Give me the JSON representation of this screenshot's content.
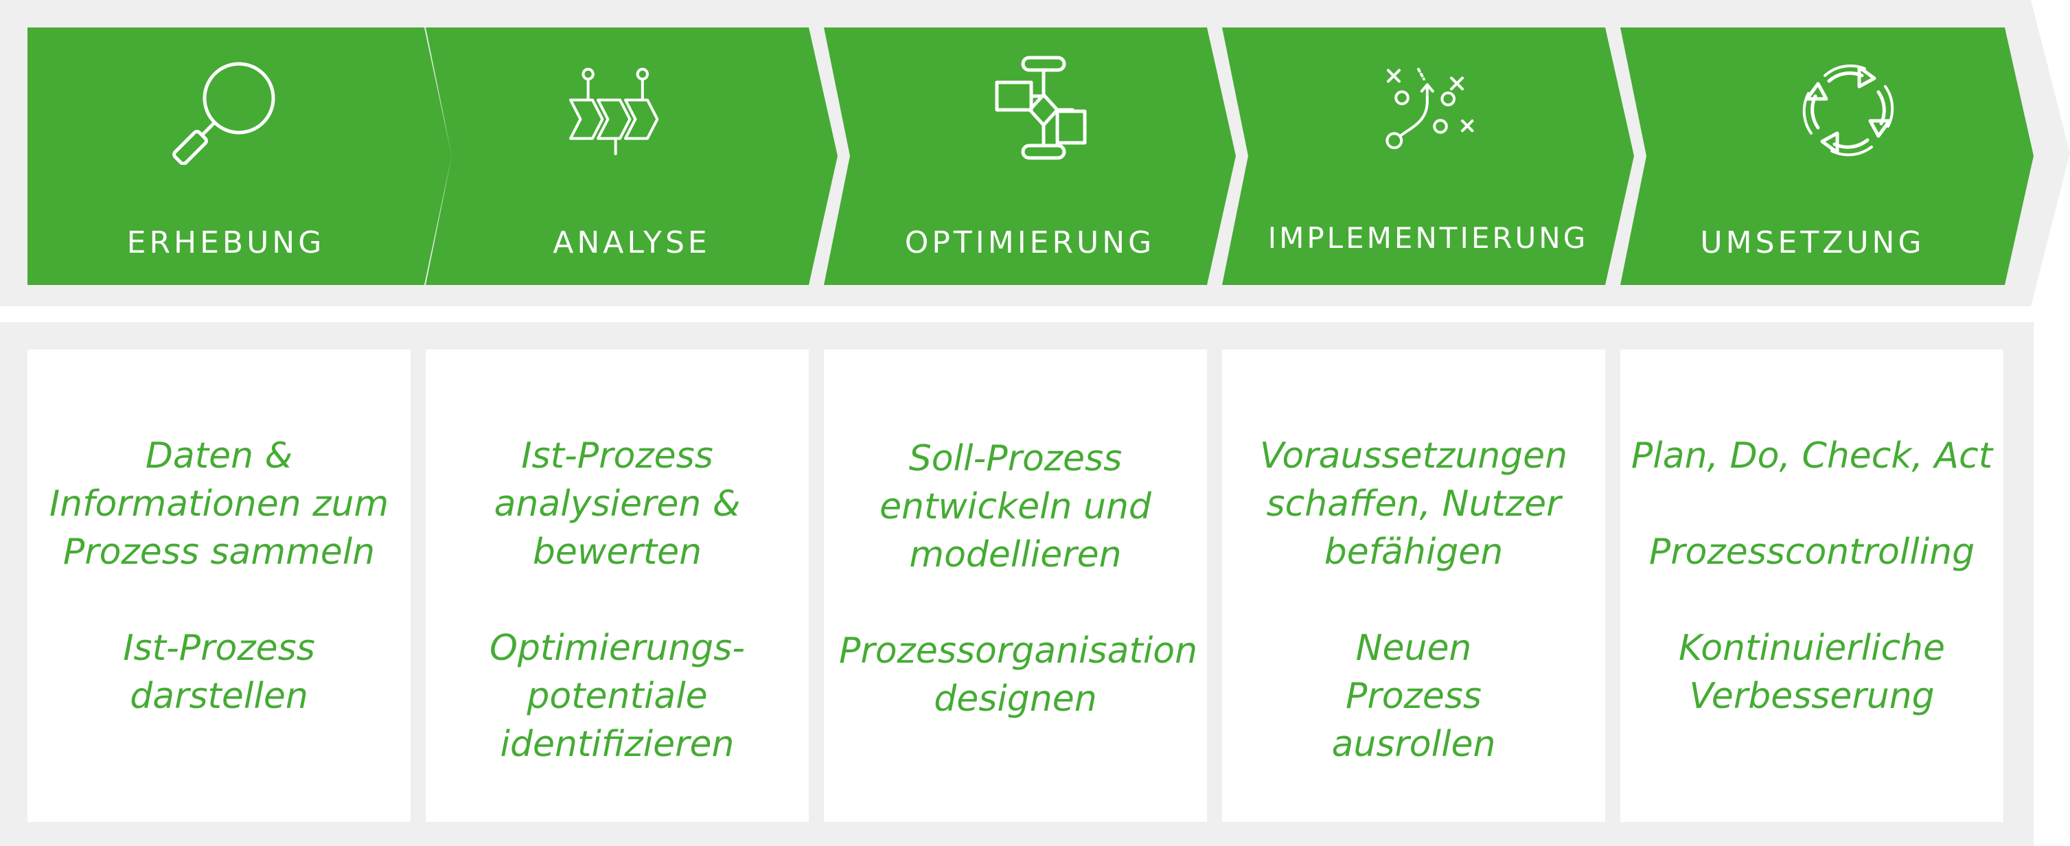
{
  "colors": {
    "accent": "#45ab34",
    "panel_background": "#efefef",
    "card_background": "#ffffff",
    "label_text": "#ffffff"
  },
  "steps": [
    {
      "label": "ERHEBUNG",
      "icon": "magnifier-icon",
      "items": [
        "Daten & Informationen zum Prozess sammeln",
        "Ist-Prozess darstellen"
      ]
    },
    {
      "label": "ANALYSE",
      "icon": "process-chain-icon",
      "items": [
        "Ist-Prozess analysieren & bewerten",
        "Optimierungs-potentiale identifizieren"
      ]
    },
    {
      "label": "OPTIMIERUNG",
      "icon": "flowchart-icon",
      "items": [
        "Soll-Prozess entwickeln und modellieren",
        "Prozessorganisation designen"
      ]
    },
    {
      "label": "IMPLEMENTIERUNG",
      "icon": "strategy-play-icon",
      "items": [
        "Voraussetzungen schaffen, Nutzer befähigen",
        "Neuen Prozess ausrollen"
      ]
    },
    {
      "label": "UMSETZUNG",
      "icon": "cycle-arrows-icon",
      "items": [
        "Plan, Do, Check, Act",
        "Prozesscontrolling",
        "Kontinuierliche Verbesserung"
      ]
    }
  ]
}
